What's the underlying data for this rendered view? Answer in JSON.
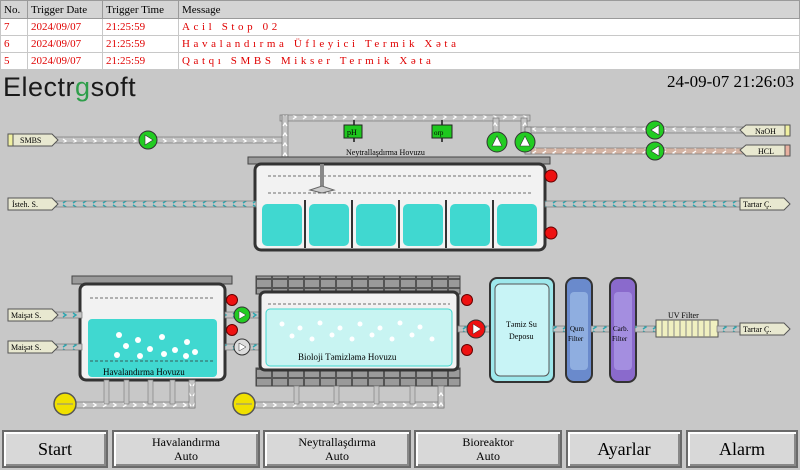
{
  "alarm_table": {
    "headers": [
      "No.",
      "Trigger Date",
      "Trigger Time",
      "Message"
    ],
    "rows": [
      {
        "no": "7",
        "date": "2024/09/07",
        "time": "21:25:59",
        "message": "Acil Stop 02"
      },
      {
        "no": "6",
        "date": "2024/09/07",
        "time": "21:25:59",
        "message": "Havalandırma Üfleyici Termik Xəta"
      },
      {
        "no": "5",
        "date": "2024/09/07",
        "time": "21:25:59",
        "message": "Qatqı SMBS Mikser Termik Xəta"
      }
    ]
  },
  "header": {
    "logo_left": "Electr",
    "logo_g": "g",
    "logo_right": "soft",
    "clock": "24-09-07 21:26:03"
  },
  "plant": {
    "smbs_label": "SMBS",
    "naoh_label": "NaOH",
    "hcl_label": "HCL",
    "isteh_label": "İsteh. S.",
    "tartar1_label": "Tartar Ç.",
    "maisat1_label": "Maişət S.",
    "maisat2_label": "Maişət S.",
    "tartar2_label": "Tartar Ç.",
    "ph_label": "pH",
    "orp_label": "orp",
    "neutral_tank": "Neytrallaşdırma Hovuzu",
    "aeration_tank": "Havalandırma Hovuzu",
    "bio_tank": "Bioloji Təmizləmə Hovuzu",
    "clean_tank_line1": "Təmiz Su",
    "clean_tank_line2": "Deposu",
    "sand_filter_line1": "Qum",
    "sand_filter_line2": "Filter",
    "carb_filter_line1": "Carb.",
    "carb_filter_line2": "Filter",
    "uv_filter": "UV Filter"
  },
  "buttons": {
    "start": "Start",
    "aeration_title": "Havalandırma",
    "aeration_mode": "Auto",
    "neutral_title": "Neytrallaşdırma",
    "neutral_mode": "Auto",
    "bioreactor_title": "Bioreaktor",
    "bioreactor_mode": "Auto",
    "settings": "Ayarlar",
    "alarm": "Alarm"
  },
  "colors": {
    "alarm_text": "#e00000",
    "water": "#40d8d0",
    "pipe": "#b8b8b8",
    "pump_on": "#22cc22",
    "pump_off": "#cccccc",
    "blower": "#f0e000",
    "indicator_red": "#ee1111"
  }
}
